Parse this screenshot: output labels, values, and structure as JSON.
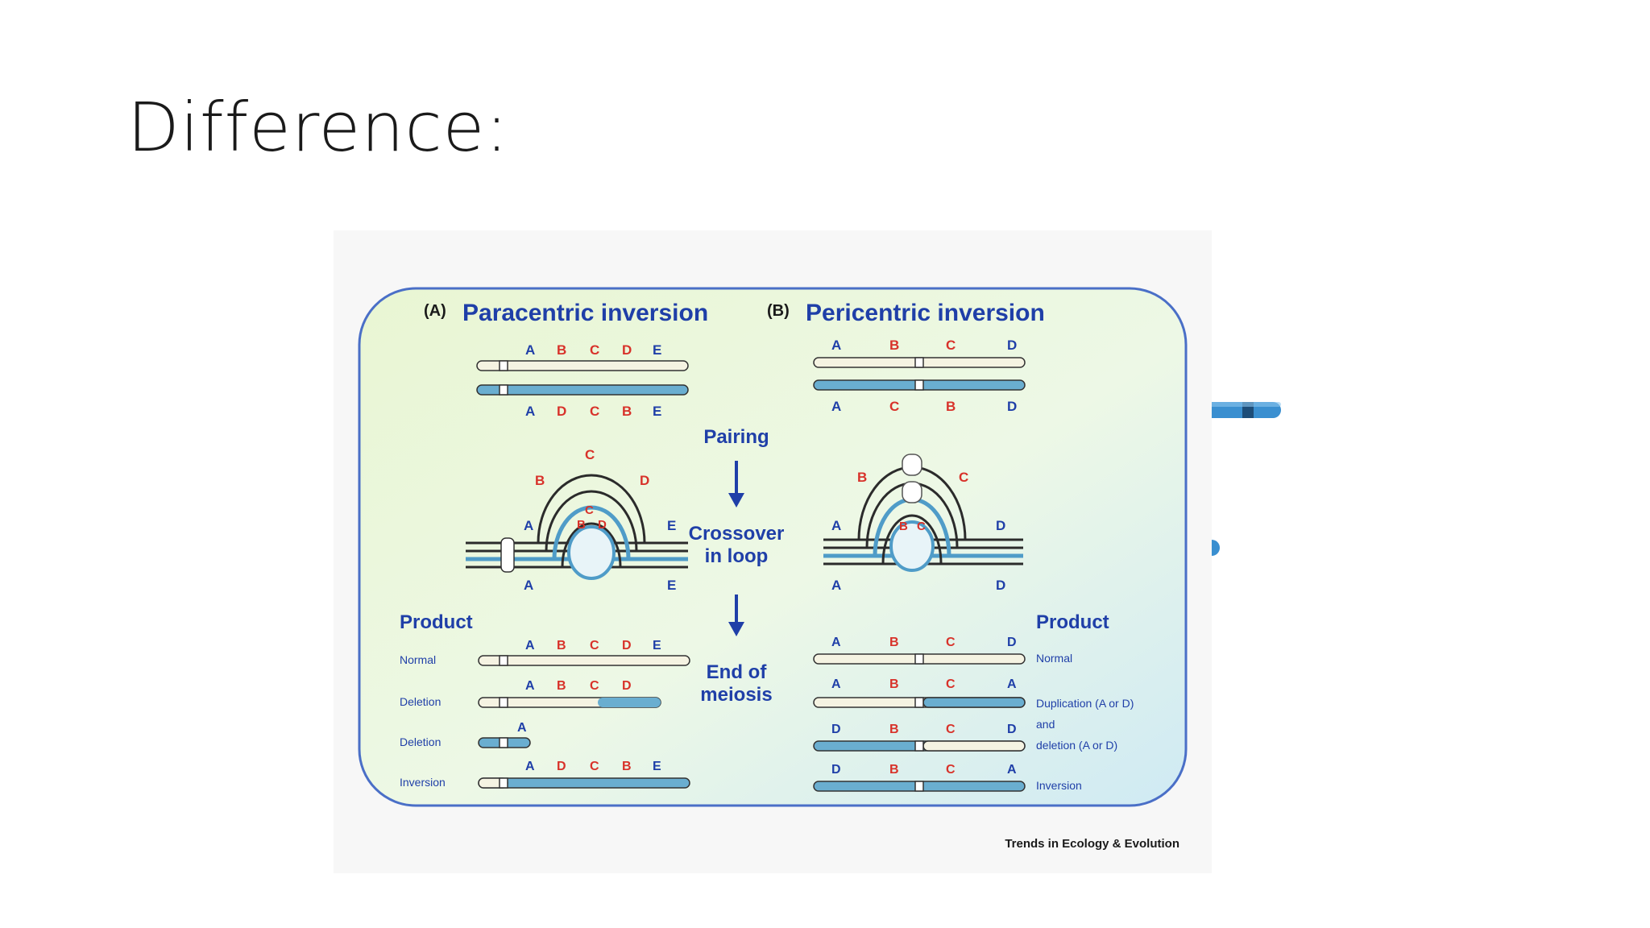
{
  "slide": {
    "title": "Difference:"
  },
  "figure": {
    "panel_a": {
      "tag": "(A)",
      "title": "Paracentric inversion",
      "top_labels": [
        "A",
        "B",
        "C",
        "D",
        "E"
      ],
      "bottom_labels": [
        "A",
        "D",
        "C",
        "B",
        "E"
      ],
      "loop_labels": {
        "outer_left": "B",
        "outer_top": "C",
        "outer_right": "D",
        "inner_top": "C",
        "inner_left": "B",
        "inner_right": "D",
        "left": "A",
        "right": "E",
        "bottom_left": "A",
        "bottom_right": "E"
      },
      "product_title": "Product",
      "products": [
        {
          "name": "Normal",
          "labels": [
            "A",
            "B",
            "C",
            "D",
            "E"
          ]
        },
        {
          "name": "Deletion",
          "labels": [
            "A",
            "B",
            "C",
            "D"
          ]
        },
        {
          "name": "Deletion",
          "labels": [
            "A"
          ]
        },
        {
          "name": "Inversion",
          "labels": [
            "A",
            "D",
            "C",
            "B",
            "E"
          ]
        }
      ]
    },
    "panel_b": {
      "tag": "(B)",
      "title": "Pericentric inversion",
      "top_labels": [
        "A",
        "B",
        "C",
        "D"
      ],
      "bottom_labels": [
        "A",
        "C",
        "B",
        "D"
      ],
      "loop_labels": {
        "outer_left": "B",
        "outer_right": "C",
        "inner_left": "B",
        "inner_right": "C",
        "left": "A",
        "right": "D",
        "bottom_left": "A",
        "bottom_right": "D"
      },
      "product_title": "Product",
      "products": [
        {
          "name": "Normal",
          "labels": [
            "A",
            "B",
            "C",
            "D"
          ]
        },
        {
          "name": "Duplication (A or D)",
          "labels": [
            "A",
            "B",
            "C",
            "A"
          ]
        },
        {
          "name": "and",
          "labels": []
        },
        {
          "name": "deletion (A or D)",
          "labels": [
            "D",
            "B",
            "C",
            "D"
          ]
        },
        {
          "name": "Inversion",
          "labels": [
            "D",
            "B",
            "C",
            "A"
          ]
        }
      ]
    },
    "steps": {
      "pairing": "Pairing",
      "crossover_1": "Crossover",
      "crossover_2": "in loop",
      "end_1": "End of",
      "end_2": "meiosis"
    },
    "credit": "Trends in Ecology & Evolution",
    "colors": {
      "chrom_blue": "#6aaed0",
      "chrom_cream": "#f5f3e2",
      "title_blue": "#1f3fa8",
      "label_red": "#d8322a"
    }
  }
}
